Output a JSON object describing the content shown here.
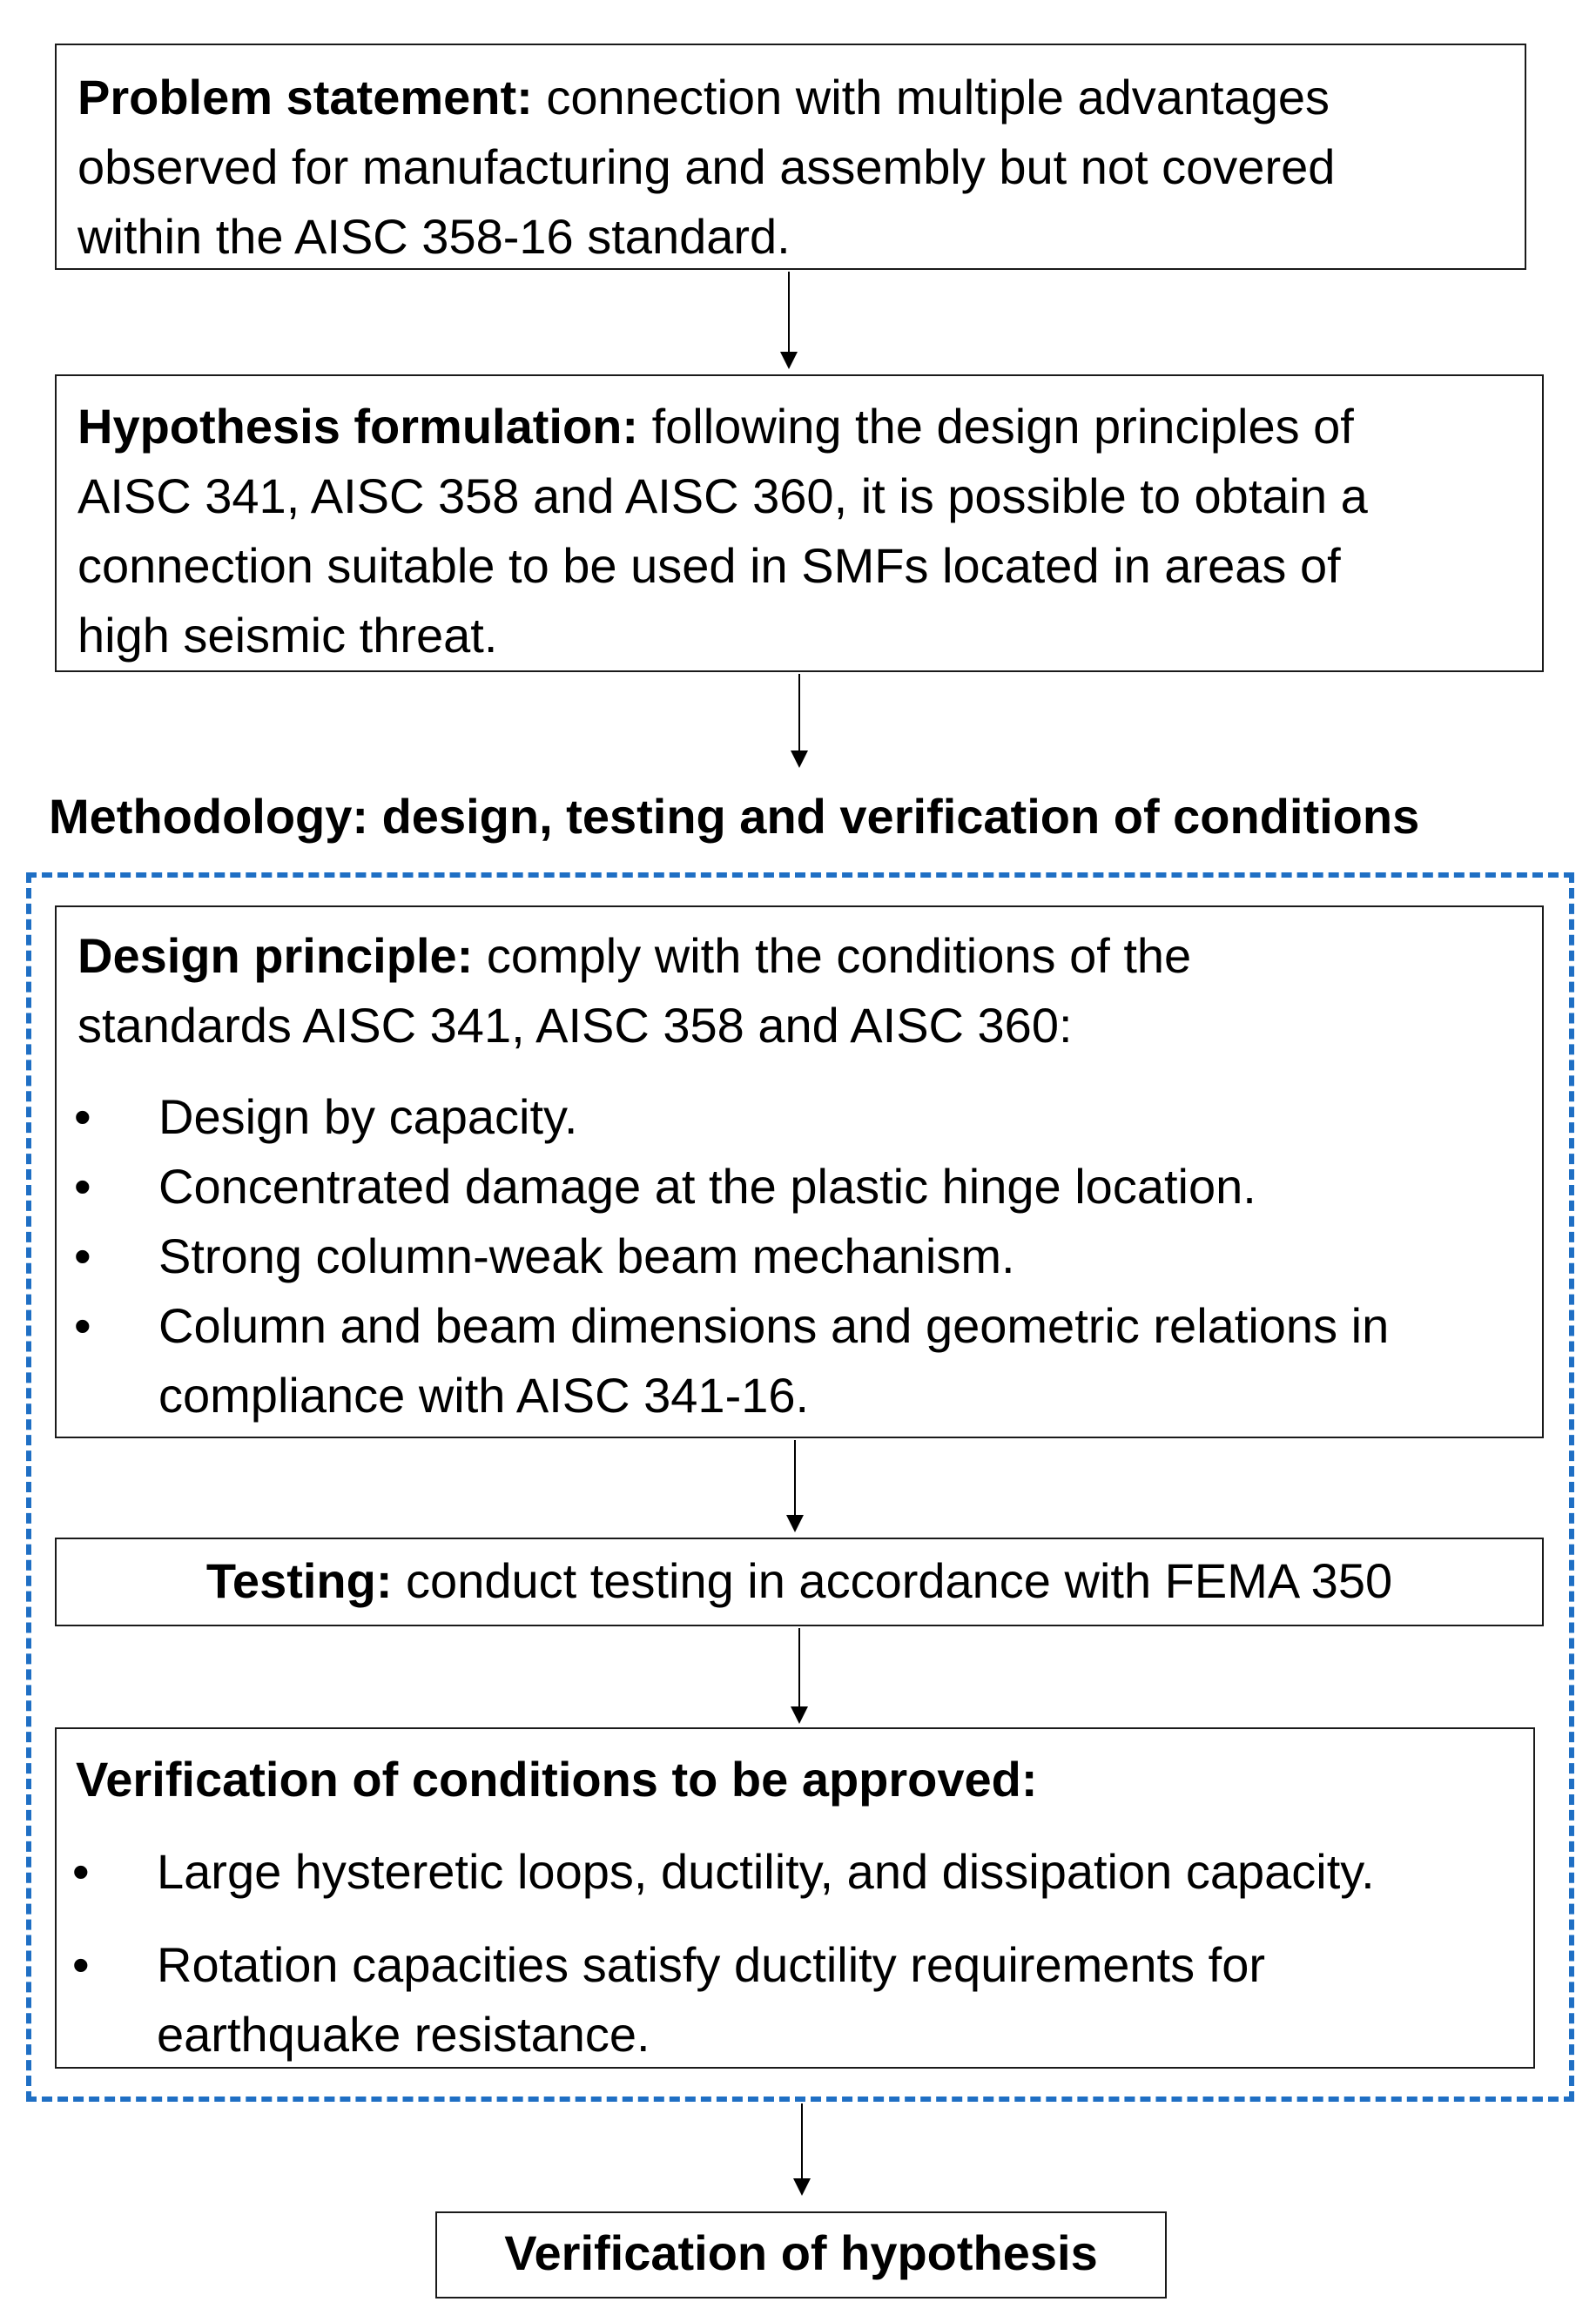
{
  "problem": {
    "heading": "Problem statement:",
    "line1": " connection with multiple advantages",
    "line2": "observed for manufacturing and assembly but not covered",
    "line3": "within the AISC 358-16 standard."
  },
  "hypothesis": {
    "heading": "Hypothesis formulation:",
    "line1": " following the design principles of",
    "line2": "AISC 341, AISC 358 and AISC 360, it is possible to obtain a",
    "line3": "connection suitable to be used in SMFs located in areas of",
    "line4": "high seismic threat."
  },
  "methodology": {
    "title": "Methodology: design, testing and verification of conditions",
    "group_border_color": "#1f6fc4"
  },
  "design": {
    "heading": "Design principle:",
    "line1": " comply with the conditions of the",
    "line2": "standards AISC 341, AISC 358 and AISC 360:",
    "bullets": [
      {
        "line1": "Design by capacity."
      },
      {
        "line1": "Concentrated damage at the plastic hinge location."
      },
      {
        "line1": "Strong column-weak beam mechanism."
      },
      {
        "line1": "Column and beam dimensions and geometric relations in",
        "line2": "compliance with AISC 341-16."
      }
    ]
  },
  "testing": {
    "heading": "Testing:",
    "text": " conduct testing in accordance with FEMA 350"
  },
  "verification_conditions": {
    "heading": "Verification of conditions to be approved:",
    "bullets": [
      {
        "line1": "Large hysteretic loops, ductility, and dissipation capacity."
      },
      {
        "line1": "Rotation capacities satisfy ductility requirements for",
        "line2": "earthquake resistance."
      }
    ]
  },
  "final": {
    "text": "Verification of hypothesis"
  }
}
